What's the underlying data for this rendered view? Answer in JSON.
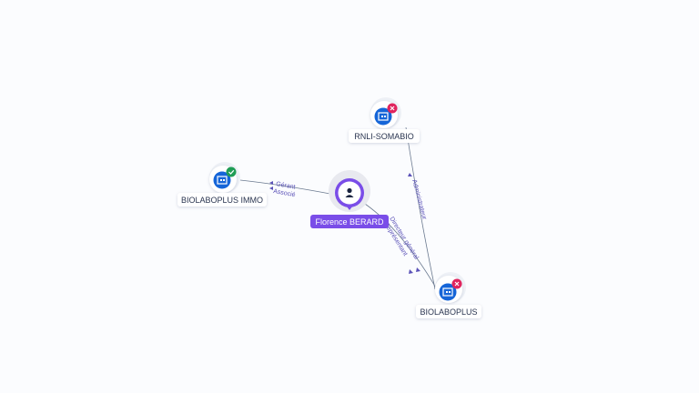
{
  "graph": {
    "person": {
      "name": "Florence BERARD",
      "icon": "person-icon",
      "color": "#7a4de8"
    },
    "companies": [
      {
        "name": "BIOLABOPLUS IMMO",
        "icon": "building-icon",
        "status": "active",
        "status_icon": "check-icon",
        "status_color": "#1f9d55"
      },
      {
        "name": "RNLI-SOMABIO",
        "icon": "building-icon",
        "status": "closed",
        "status_icon": "close-icon",
        "status_color": "#e0245e"
      },
      {
        "name": "BIOLABOPLUS",
        "icon": "building-icon",
        "status": "closed",
        "status_icon": "close-icon",
        "status_color": "#e0245e"
      }
    ],
    "edges": [
      {
        "from": "Florence BERARD",
        "to": "BIOLABOPLUS IMMO",
        "labels": [
          "Gérant",
          "Associé"
        ]
      },
      {
        "from": "Florence BERARD",
        "to": "BIOLABOPLUS",
        "labels": [
          "Directeur général",
          "Représentant"
        ]
      },
      {
        "from": "BIOLABOPLUS",
        "to": "RNLI-SOMABIO",
        "labels": [
          "Administrateur"
        ]
      }
    ],
    "colors": {
      "company_icon": "#1565d8",
      "edge": "#6b7a90",
      "edge_label": "#5b52b8"
    }
  }
}
